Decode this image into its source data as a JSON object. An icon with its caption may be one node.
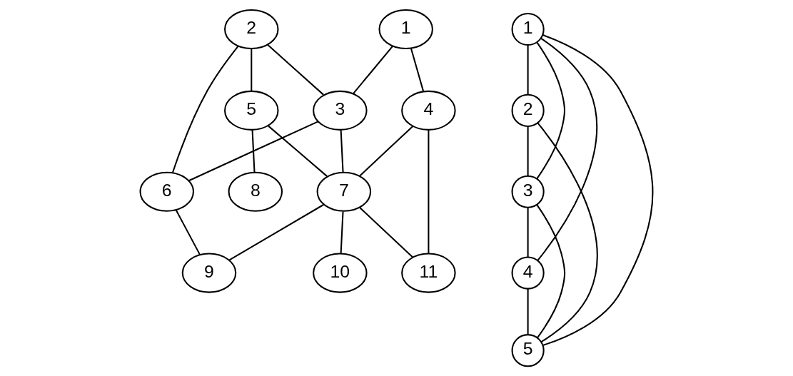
{
  "diagram": {
    "nodes": [
      {
        "text": [
          "1"
        ]
      },
      {
        "text": [
          "2"
        ]
      },
      {
        "text": [
          "3"
        ]
      },
      {
        "text": [
          "4"
        ]
      },
      {
        "text": [
          "5"
        ]
      },
      {
        "text": [
          "6"
        ]
      },
      {
        "text": [
          "7"
        ]
      },
      {
        "text": [
          "8"
        ]
      },
      {
        "text": [
          "9"
        ]
      },
      {
        "text": [
          "10"
        ]
      },
      {
        "text": [
          "11"
        ]
      },
      {
        "text": [
          "1"
        ]
      },
      {
        "text": [
          "2"
        ]
      },
      {
        "text": [
          "3"
        ]
      },
      {
        "text": [
          "4"
        ]
      },
      {
        "text": [
          "5"
        ]
      }
    ],
    "edges": [
      {
        "from": 0,
        "to": 2,
        "arrow": "none"
      },
      {
        "from": 0,
        "to": 3,
        "arrow": "none"
      },
      {
        "from": 1,
        "to": 2,
        "arrow": "none"
      },
      {
        "from": 1,
        "to": 5,
        "arrow": "none"
      },
      {
        "from": 1,
        "to": 4,
        "arrow": "none"
      },
      {
        "from": 2,
        "to": 5,
        "arrow": "none"
      },
      {
        "from": 2,
        "to": 6,
        "arrow": "none"
      },
      {
        "from": 3,
        "to": 6,
        "arrow": "none"
      },
      {
        "from": 3,
        "to": 10,
        "arrow": "none"
      },
      {
        "from": 4,
        "to": 6,
        "arrow": "none"
      },
      {
        "from": 4,
        "to": 7,
        "arrow": "none"
      },
      {
        "from": 5,
        "to": 8,
        "arrow": "none"
      },
      {
        "from": 6,
        "to": 8,
        "arrow": "none"
      },
      {
        "from": 6,
        "to": 9,
        "arrow": "none"
      },
      {
        "from": 6,
        "to": 10,
        "arrow": "none"
      },
      {
        "from": 11,
        "to": 12,
        "arrow": "none"
      },
      {
        "from": 12,
        "to": 13,
        "arrow": "none"
      },
      {
        "from": 13,
        "to": 14,
        "arrow": "none"
      },
      {
        "from": 14,
        "to": 15,
        "arrow": "none"
      },
      {
        "from": 11,
        "to": 13,
        "arrow": "none"
      },
      {
        "from": 11,
        "to": 14,
        "arrow": "none"
      },
      {
        "from": 11,
        "to": 15,
        "arrow": "none"
      },
      {
        "from": 12,
        "to": 15,
        "arrow": "none"
      },
      {
        "from": 13,
        "to": 15,
        "arrow": "none"
      }
    ]
  }
}
